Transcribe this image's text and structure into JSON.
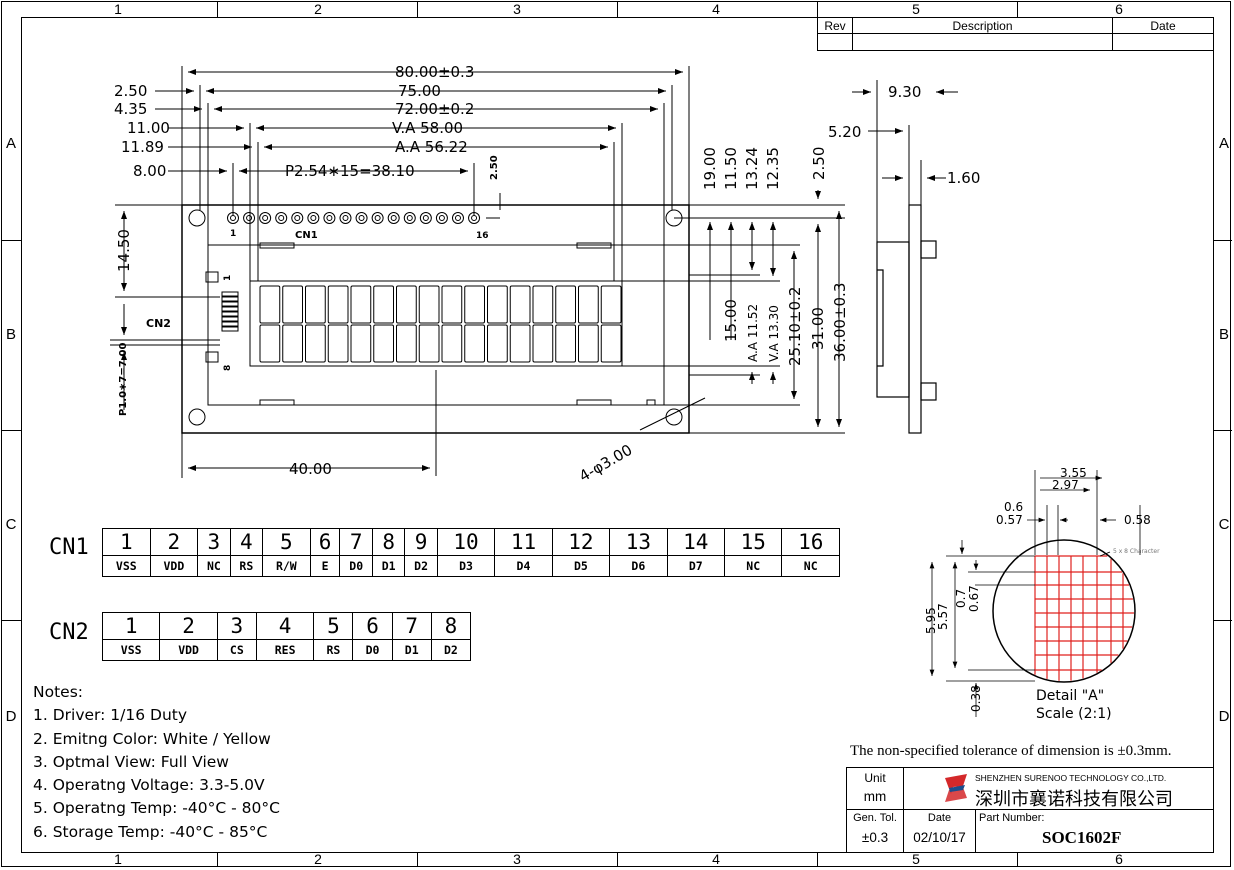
{
  "border": {
    "columns": [
      "1",
      "2",
      "3",
      "4",
      "5",
      "6"
    ],
    "rows": [
      "A",
      "B",
      "C",
      "D"
    ]
  },
  "revision_table": {
    "rev": "Rev",
    "description": "Description",
    "date": "Date"
  },
  "front_view": {
    "dims_top": [
      "80.00±0.3",
      "75.00",
      "72.00±0.2",
      "V.A 58.00",
      "A.A 56.22",
      "P2.54∗15=38.10"
    ],
    "dims_left": [
      "2.50",
      "4.35",
      "11.00",
      "11.89",
      "8.00"
    ],
    "pitch_small": "2.50",
    "dims_right": [
      "19.00",
      "11.50",
      "13.24",
      "12.35",
      "2.50"
    ],
    "dims_right2": [
      "15.00",
      "A.A 11.52",
      "V.A 13.30",
      "25.10±0.2",
      "31.00",
      "36.00±0.3"
    ],
    "dim_14_50": "14.50",
    "cn2_pitch": "P1.0∗7=7.00",
    "dim_40": "40.00",
    "hole": "4-φ3.00",
    "cn1_label": "CN1",
    "cn2_label": "CN2",
    "pin1": "1",
    "pin16": "16",
    "pin_cn2_1": "1",
    "pin_cn2_8": "8"
  },
  "side_view": {
    "dims": [
      "9.30",
      "5.20",
      "1.60"
    ]
  },
  "detail_a": {
    "dims_top": [
      "3.55",
      "2.97",
      "0.6",
      "0.57",
      "0.58"
    ],
    "dims_left": [
      "5.95",
      "5.57",
      "0.7",
      "0.67",
      "0.38"
    ],
    "char_label": "5 x 8 Character",
    "title": "Detail \"A\"",
    "scale": "Scale (2:1)",
    "grid_color": "#e0201e"
  },
  "cn1_table": {
    "label": "CN1",
    "pins": [
      "1",
      "2",
      "3",
      "4",
      "5",
      "6",
      "7",
      "8",
      "9",
      "10",
      "11",
      "12",
      "13",
      "14",
      "15",
      "16"
    ],
    "signals": [
      "VSS",
      "VDD",
      "NC",
      "RS",
      "R/W",
      "E",
      "D0",
      "D1",
      "D2",
      "D3",
      "D4",
      "D5",
      "D6",
      "D7",
      "NC",
      "NC"
    ]
  },
  "cn2_table": {
    "label": "CN2",
    "pins": [
      "1",
      "2",
      "3",
      "4",
      "5",
      "6",
      "7",
      "8"
    ],
    "signals": [
      "VSS",
      "VDD",
      "CS",
      "RES",
      "RS",
      "D0",
      "D1",
      "D2"
    ]
  },
  "notes": {
    "heading": "Notes:",
    "items": [
      "1. Driver: 1/16 Duty",
      "2. Emitng Color: White / Yellow",
      "3. Optmal View: Full View",
      "4. Operatng Voltage:  3.3-5.0V",
      "5. Operatng Temp: -40°C - 80°C",
      "6. Storage Temp: -40°C - 85°C"
    ]
  },
  "tolerance_note": "The non-specified tolerance of dimension is ±0.3mm.",
  "title_block": {
    "unit_label": "Unit",
    "unit_value": "mm",
    "company_en": "SHENZHEN SURENOO TECHNOLOGY CO.,LTD.",
    "company_cn": "深圳市襄诺科技有限公司",
    "gen_tol_label": "Gen. Tol.",
    "gen_tol_value": "±0.3",
    "date_label": "Date",
    "date_value": "02/10/17",
    "part_label": "Part Number:",
    "part_value": "SOC1602F",
    "logo_color": "#d4282a"
  }
}
